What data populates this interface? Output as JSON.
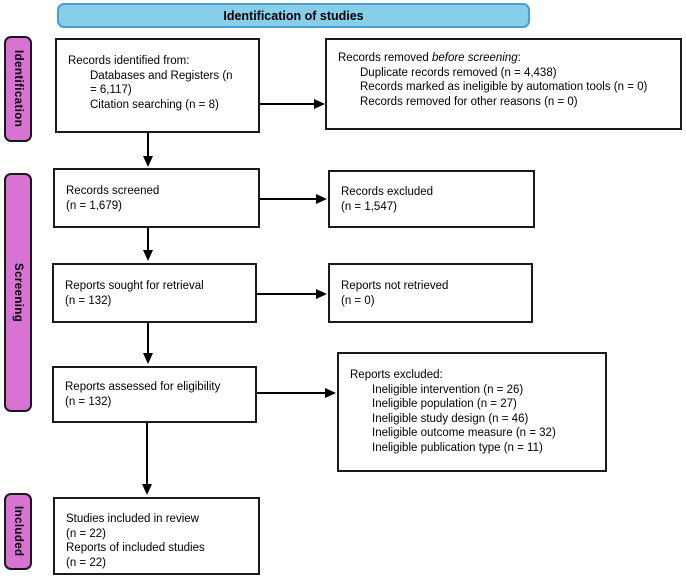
{
  "banner": {
    "label": "Identification of studies"
  },
  "sidebar": {
    "identification": "Identification",
    "screening": "Screening",
    "included": "Included"
  },
  "colors": {
    "banner_fill": "#87CEEB",
    "banner_border": "#4D9ECD",
    "tab_fill": "#D873D4",
    "box_border": "#1a1a1a"
  },
  "boxes": {
    "records_identified": {
      "lines": [
        "Records identified from:",
        "Databases and Registers (n",
        "= 6,117)",
        "Citation searching (n = 8)"
      ]
    },
    "records_removed": {
      "heading_prefix": "Records removed ",
      "heading_italic": "before screening",
      "heading_suffix": ":",
      "lines": [
        "Duplicate records removed (n = 4,438)",
        "Records marked as ineligible by automation tools (n = 0)",
        "Records removed for other reasons (n = 0)"
      ]
    },
    "records_screened": {
      "lines": [
        "Records screened",
        "(n = 1,679)"
      ]
    },
    "records_excluded": {
      "lines": [
        "Records excluded",
        "(n = 1,547)"
      ]
    },
    "reports_sought": {
      "lines": [
        "Reports sought for retrieval",
        "(n = 132)"
      ]
    },
    "reports_not_retrieved": {
      "lines": [
        "Reports not retrieved",
        "(n = 0)"
      ]
    },
    "reports_assessed": {
      "lines": [
        "Reports assessed for eligibility",
        "(n = 132)"
      ]
    },
    "reports_excluded": {
      "lines": [
        "Reports excluded:",
        "Ineligible intervention (n = 26)",
        "Ineligible population (n = 27)",
        "Ineligible study design (n = 46)",
        "Ineligible outcome measure (n = 32)",
        "Ineligible publication type (n = 11)"
      ]
    },
    "studies_included": {
      "lines": [
        "Studies included in review",
        "(n = 22)",
        "Reports of included studies",
        "(n = 22)"
      ]
    }
  }
}
